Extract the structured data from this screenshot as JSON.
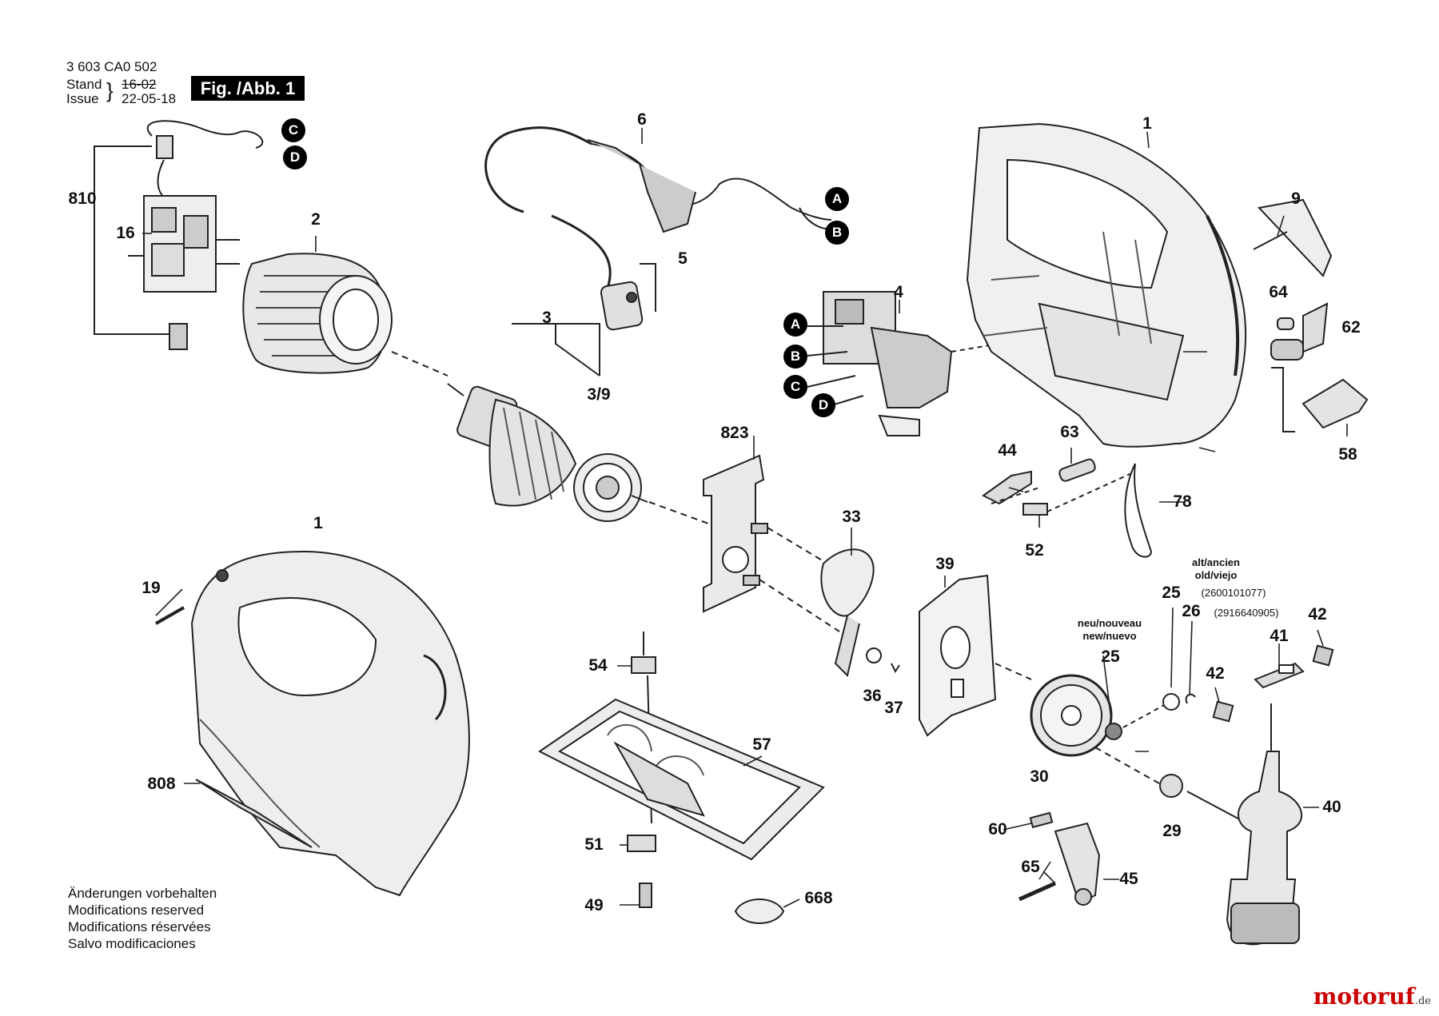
{
  "header": {
    "code": "3 603 CA0 502",
    "stand_label": "Stand",
    "issue_label": "Issue",
    "stand_old": "16-02",
    "issue_date": "22-05-18",
    "figure": "Fig. /Abb. 1"
  },
  "labels": {
    "p1a": "1",
    "p1b": "1",
    "p2": "2",
    "p3": "3",
    "p3_9": "3/9",
    "p4": "4",
    "p5": "5",
    "p6": "6",
    "p9": "9",
    "p16": "16",
    "p19": "19",
    "p25a": "25",
    "p25b": "25",
    "p26": "26",
    "p29": "29",
    "p30": "30",
    "p33": "33",
    "p36": "36",
    "p37": "37",
    "p39": "39",
    "p40": "40",
    "p41": "41",
    "p42a": "42",
    "p42b": "42",
    "p44": "44",
    "p45": "45",
    "p49": "49",
    "p51": "51",
    "p52": "52",
    "p54": "54",
    "p57": "57",
    "p58": "58",
    "p60": "60",
    "p62": "62",
    "p63": "63",
    "p64": "64",
    "p65": "65",
    "p78": "78",
    "p808": "808",
    "p810": "810",
    "p823": "823",
    "p668": "668"
  },
  "connectors": {
    "a": "A",
    "b": "B",
    "c": "C",
    "d": "D"
  },
  "annotations": {
    "old_label": "alt/ancien\nold/viejo",
    "old_25": "(2600101077)",
    "old_26": "(2916640905)",
    "new_label": "neu/nouveau\nnew/nuevo"
  },
  "notes": [
    "Änderungen vorbehalten",
    "Modifications reserved",
    "Modifications réservées",
    "Salvo modificaciones"
  ],
  "brand": {
    "name": "motoruf",
    "suffix": ".de"
  }
}
